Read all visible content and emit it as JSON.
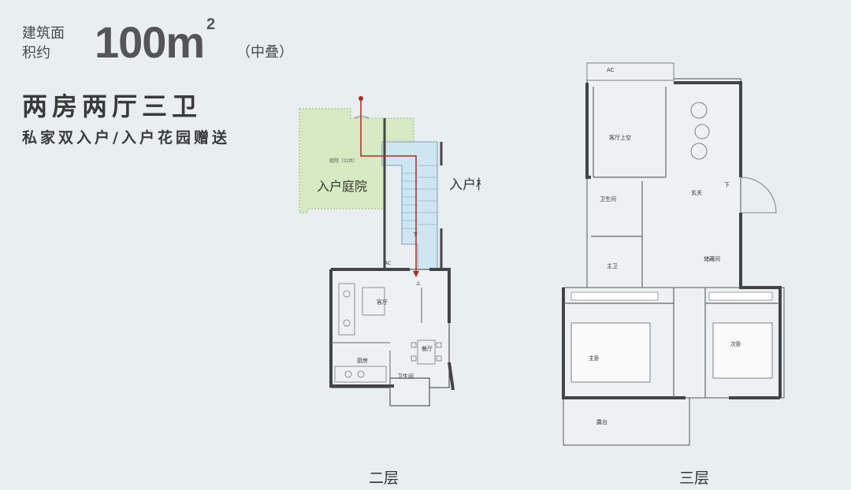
{
  "header": {
    "area_label": "建筑面积约",
    "area_value": "100m",
    "area_sup": "2",
    "area_note": "（中叠）",
    "layout_title": "两房两厅三卫",
    "layout_subtitle": "私家双入户/入户花园赠送"
  },
  "floor2": {
    "label": "二层",
    "rooms": {
      "courtyard_public": "庭院（公共）",
      "entry_courtyard": "入户庭院",
      "entry_stair": "入户楼梯",
      "ac": "AC",
      "living": "客厅",
      "dining": "餐厅",
      "kitchen": "厨房",
      "bath": "卫生间",
      "down": "下",
      "up": "上"
    }
  },
  "floor3": {
    "label": "三层",
    "rooms": {
      "ac": "AC",
      "living_void": "客厅上空",
      "foyer": "玄关",
      "bath": "卫生间",
      "master_bath": "主卫",
      "storage": "储藏间",
      "master_bed": "主卧",
      "second_bed": "次卧",
      "terrace": "露台",
      "down": "下"
    }
  },
  "colors": {
    "courtyard_green": "#d6ebc2",
    "stair_blue": "#cde6f2",
    "route_red": "#b22a22",
    "wall": "#444444",
    "background": "#e9eef1"
  }
}
